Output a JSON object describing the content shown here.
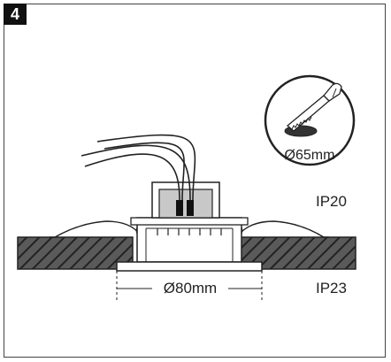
{
  "step_number": "4",
  "cutout_diameter": "Ø65mm",
  "protection_upper": "IP20",
  "product_diameter": "Ø80mm",
  "protection_lower": "IP23",
  "icons": {
    "saw": "hole-saw-icon"
  },
  "colors": {
    "line": "#222222",
    "ceiling_fill": "#555555",
    "connector_fill": "#c8c8c8",
    "badge_bg": "#111111"
  }
}
